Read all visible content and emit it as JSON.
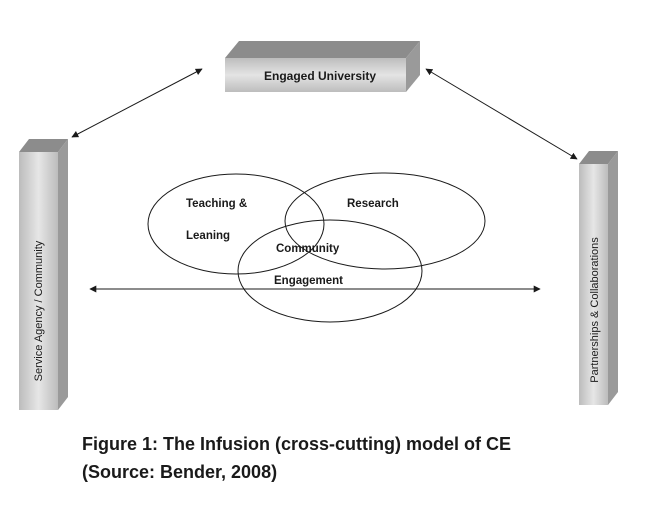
{
  "diagram": {
    "top_box": {
      "label": "Engaged University"
    },
    "left_pillar": {
      "label": "Service Agency / Community"
    },
    "right_pillar": {
      "label": "Partnerships & Collaborations"
    },
    "circles": [
      {
        "line1": "Teaching &",
        "line2": "Leaning"
      },
      {
        "line1": "Research"
      },
      {
        "line1": "Community",
        "line2": "Engagement"
      }
    ],
    "colors": {
      "box_fill": "#d0d0d0",
      "box_top": "#8c8c8c",
      "box_side": "#9a9a9a",
      "line": "#1a1a1a"
    }
  },
  "caption": {
    "line1": "Figure 1: The Infusion (cross-cutting) model of CE",
    "line2": "(Source: Bender, 2008)"
  }
}
